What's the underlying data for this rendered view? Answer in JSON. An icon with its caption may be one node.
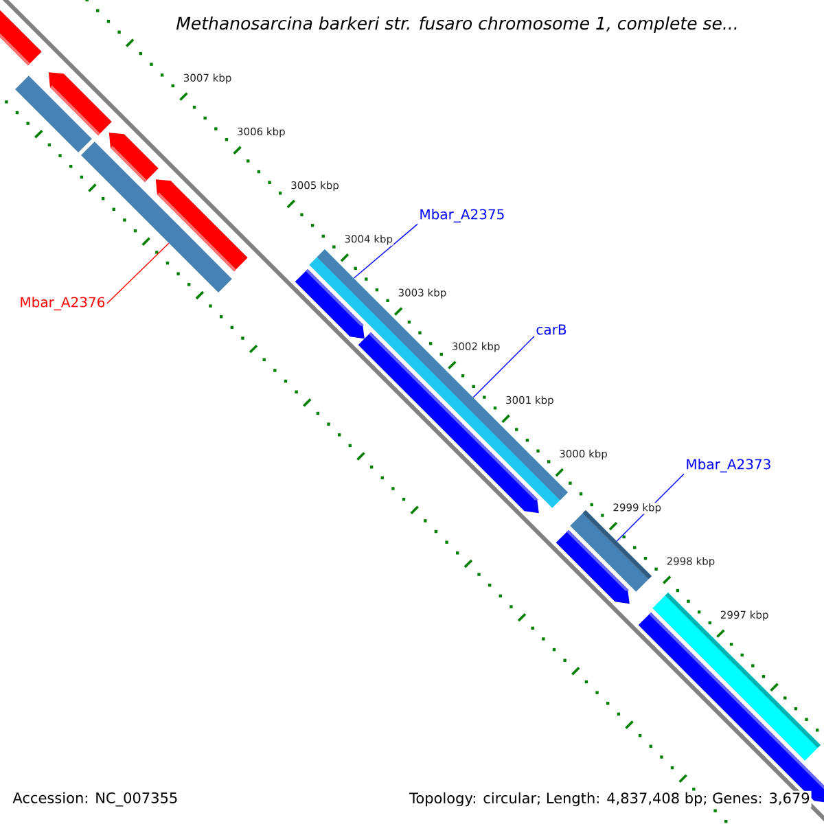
{
  "diagram": {
    "title": "Methanosarcina barkeri str. fusaro chromosome 1, complete se...",
    "nodes": [
      {
        "text": [
          "Mbar_A2376"
        ]
      },
      {
        "text": [
          "Mbar_A2375"
        ]
      },
      {
        "text": [
          "carB"
        ]
      },
      {
        "text": [
          "Mbar_A2373"
        ]
      },
      {
        "text": [],
        "shape": "bar"
      },
      {
        "text": [],
        "shape": "bar"
      },
      {
        "text": [],
        "shape": "bar"
      },
      {
        "text": [],
        "shape": "bar"
      },
      {
        "text": [],
        "shape": "bar"
      }
    ],
    "edges": [
      {
        "from": 0,
        "to": 5,
        "arrow": "none",
        "color": "#ff0000"
      },
      {
        "from": 1,
        "to": 6,
        "arrow": "none"
      },
      {
        "from": 2,
        "to": 6,
        "arrow": "none"
      },
      {
        "from": 3,
        "to": 7,
        "arrow": "none"
      }
    ],
    "labels": [
      "3007 kbp",
      "3006 kbp",
      "3005 kbp",
      "3004 kbp",
      "3003 kbp",
      "3002 kbp",
      "3001 kbp",
      "3000 kbp",
      "2999 kbp",
      "2998 kbp",
      "2997 kbp",
      "Accession: NC_007355",
      "Topology: circular; Length: 4,837,408 bp; Genes: 3,679"
    ]
  }
}
